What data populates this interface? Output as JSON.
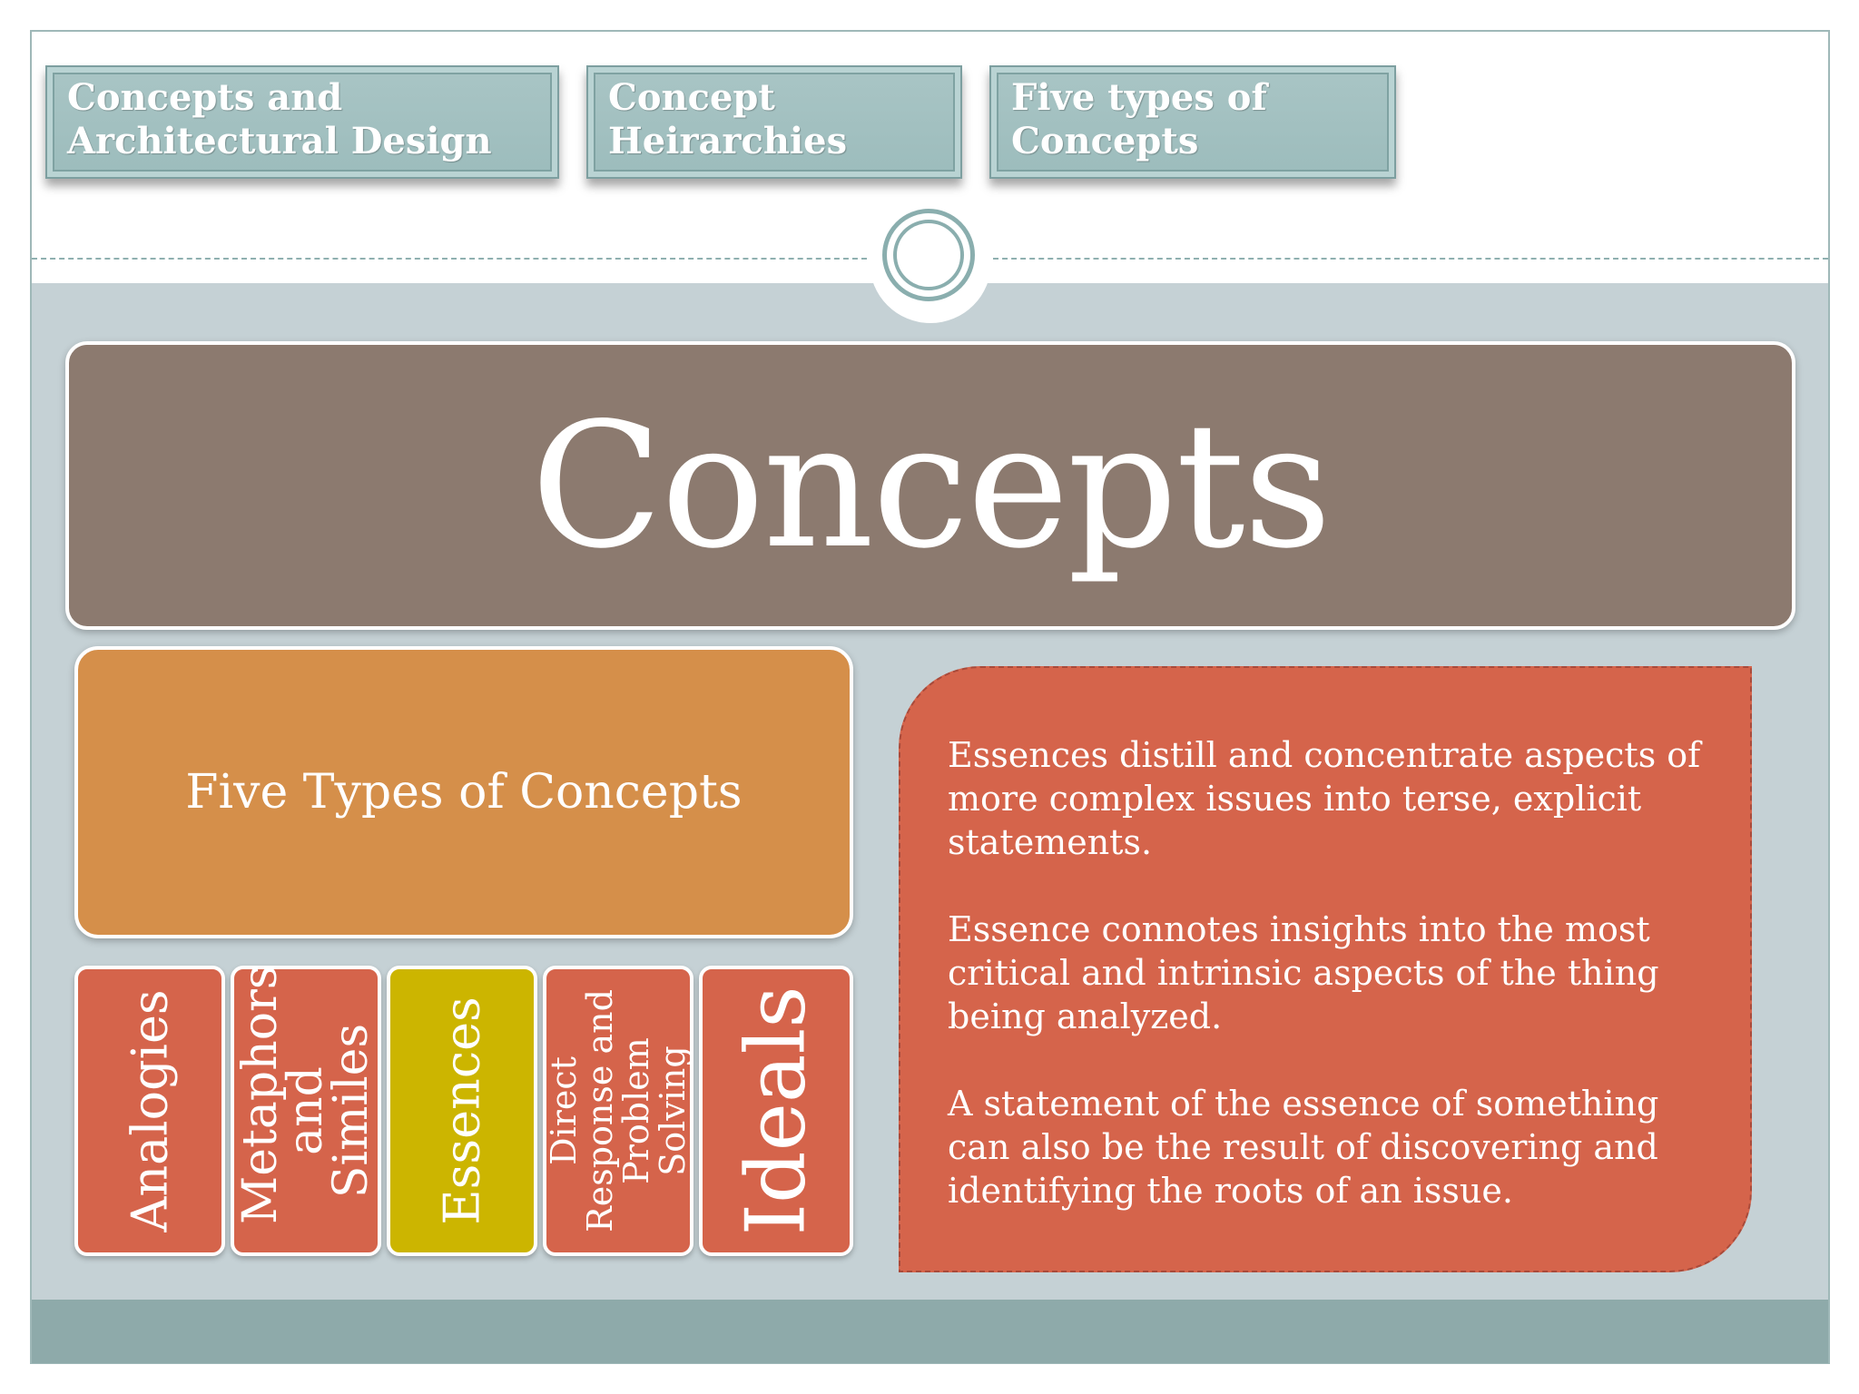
{
  "nav": {
    "tabs": [
      {
        "label": "Concepts and Architectural Design"
      },
      {
        "label": "Concept Heirarchies"
      },
      {
        "label": "Five types of Concepts"
      }
    ]
  },
  "title": "Concepts",
  "subtitle_box": "Five Types of Concepts",
  "types": [
    {
      "label": "Analogies",
      "active": false
    },
    {
      "label": "Metaphors and Similes",
      "active": false
    },
    {
      "label": "Essences",
      "active": true
    },
    {
      "label": "Direct Response and Problem Solving",
      "active": false
    },
    {
      "label": "Ideals",
      "active": false
    }
  ],
  "description": {
    "paragraphs": [
      "Essences distill and concentrate aspects of more complex issues into terse, explicit statements.",
      "Essence connotes insights into the most critical and intrinsic aspects of the thing being analyzed.",
      "A statement of the essence of something can also be the result of discovering and identifying the roots of an issue."
    ]
  },
  "colors": {
    "title_bg": "#8c7a6f",
    "five_bg": "#d58f4a",
    "type_bg": "#d5644b",
    "active_type_bg": "#ccb500",
    "band_bg": "#c5d1d5",
    "nav_bg": "#a9c5c5"
  }
}
